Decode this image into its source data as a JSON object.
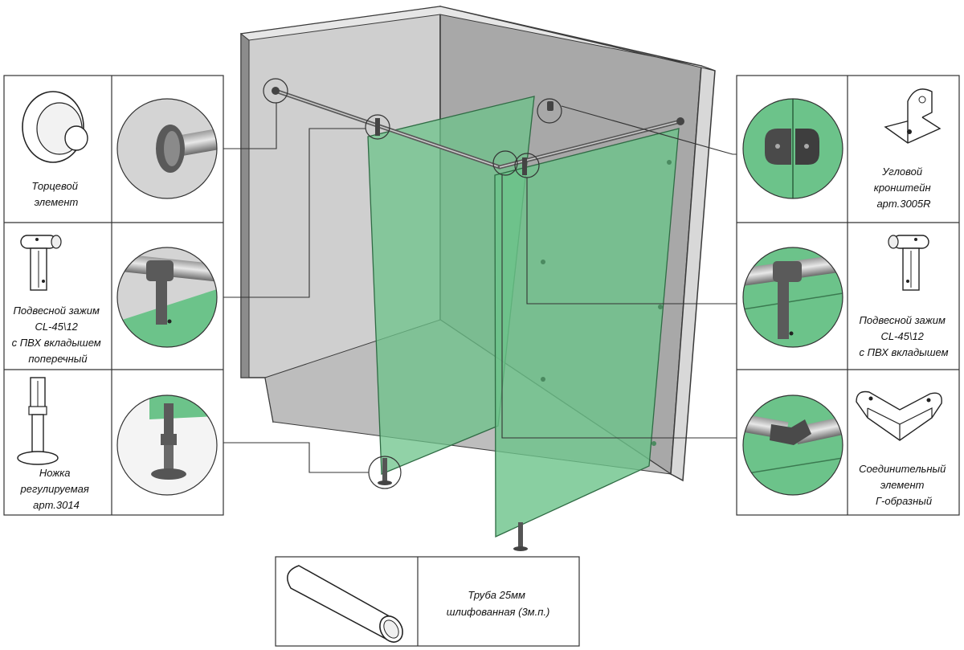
{
  "colors": {
    "glass": "#6cc38a",
    "glass_dark": "#4f9e6a",
    "wall_front": "#c9c9c9",
    "wall_side": "#a9a9a9",
    "wall_edge": "#3a3a3a",
    "metal": "#555555",
    "zoom_bg": "#d6d6d6"
  },
  "components": [
    {
      "id": "end_element",
      "lines": [
        "Торцевой",
        "элемент"
      ]
    },
    {
      "id": "clamp_transverse",
      "lines": [
        "Подвесной зажим",
        "CL-45\\12",
        "с ПВХ вкладышем",
        "поперечный"
      ]
    },
    {
      "id": "adjustable_leg",
      "lines": [
        "Ножка",
        "регулируемая",
        "арт.3014"
      ]
    },
    {
      "id": "corner_bracket",
      "lines": [
        "Угловой",
        "кронштейн",
        "арт.3005R"
      ]
    },
    {
      "id": "clamp",
      "lines": [
        "Подвесной зажим",
        "CL-45\\12",
        "с ПВХ вкладышем"
      ]
    },
    {
      "id": "connector_l",
      "lines": [
        "Соединительный",
        "элемент",
        "Г-образный"
      ]
    },
    {
      "id": "tube",
      "lines": [
        "Труба 25мм",
        "шлифованная (3м.п.)"
      ]
    }
  ]
}
